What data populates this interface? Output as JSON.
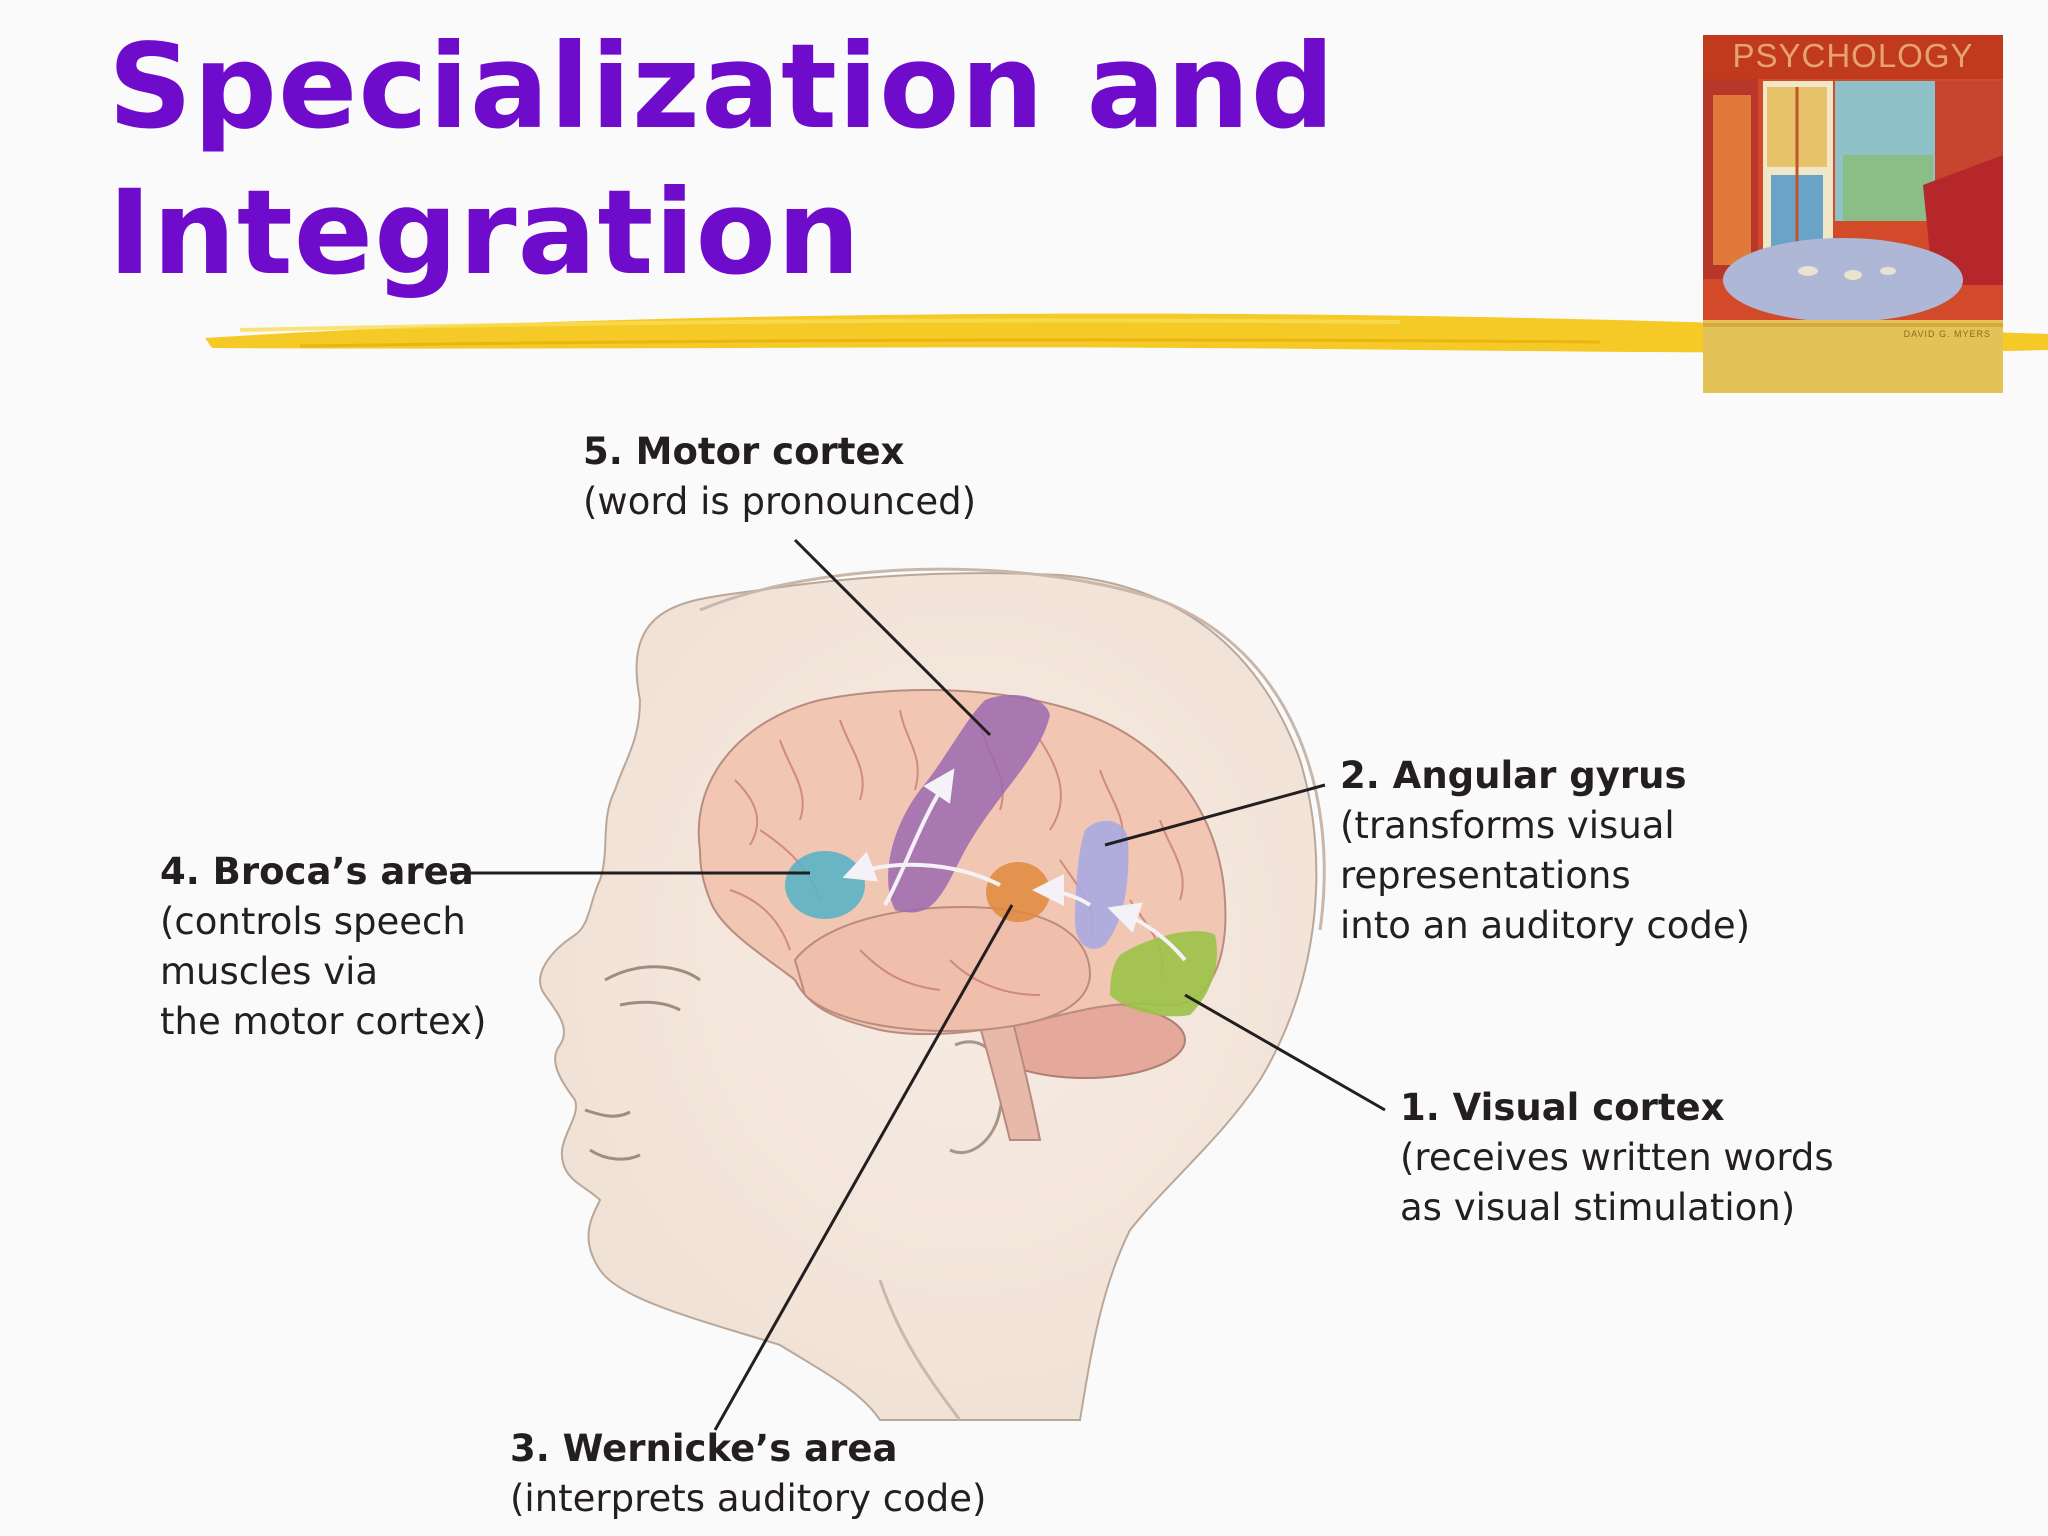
{
  "slide": {
    "title_line1": "Specialization and",
    "title_line2": "Integration"
  },
  "book_cover": {
    "title": "PSYCHOLOGY",
    "author": "DAVID G. MYERS"
  },
  "diagram": {
    "labels": [
      {
        "id": "motor",
        "heading": "5. Motor cortex",
        "lines": [
          "(word is pronounced)"
        ]
      },
      {
        "id": "angular",
        "heading": "2. Angular gyrus",
        "lines": [
          "(transforms visual",
          "representations",
          "into an auditory code)"
        ]
      },
      {
        "id": "broca",
        "heading": "4. Broca’s area",
        "lines": [
          "(controls speech",
          "muscles via",
          "the motor cortex)"
        ]
      },
      {
        "id": "visual",
        "heading": "1. Visual cortex",
        "lines": [
          "(receives written words",
          "as visual stimulation)"
        ]
      },
      {
        "id": "wernicke",
        "heading": "3. Wernicke’s area",
        "lines": [
          "(interprets auditory code)"
        ]
      }
    ],
    "region_colors": {
      "motor": "#9c6ab0",
      "angular": "#a8a8e0",
      "broca": "#5ab3c4",
      "visual": "#9dc24a",
      "wernicke": "#e08a3c",
      "brain": "#f1c6b3"
    }
  }
}
